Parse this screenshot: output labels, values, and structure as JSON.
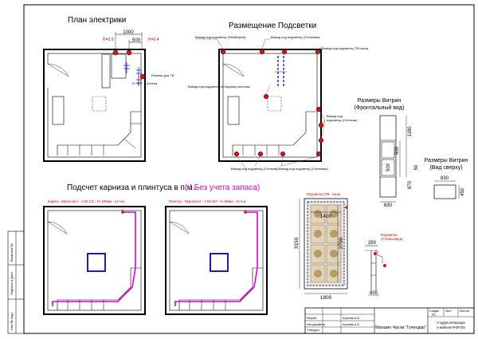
{
  "sections": {
    "electrics_title": "План электрики",
    "lighting_title": "Размещение Подсветки",
    "cornice_title": "Подсчет карниза и плинтуса в п.м.",
    "cornice_note": "( ! Без учета запаса)",
    "showcase_front_title_1": "Размеры Витрин",
    "showcase_front_title_2": "(Фронтальный вид)",
    "showcase_top_title_1": "Размеры Витрин",
    "showcase_top_title_2": "(Вид сверху)"
  },
  "electrics": {
    "dim_1000": "1000",
    "dim_500": "500",
    "h09": "H=0.9",
    "h04": "H=0.4",
    "h15": "H=1.5",
    "socket_tv": "Розетки для ТВ",
    "antenna": "Антена"
  },
  "lighting_labels": {
    "l1": "Вывод под подсветку (Люйбофон)",
    "l2": "Вывод под подсветку (Стеллажи)",
    "l3": "Вывод под подсветку (ТВ-зона)",
    "l4": "Вывод под подсветку по Карнизу колонны",
    "l5_1": "Вывод под",
    "l5_2": "подсветку (Стеллаж)",
    "l6": "Вывод под подсветку (Стеллаж)",
    "l7": "Вывод под подсветку (Стеллажи)"
  },
  "cornice": {
    "label1": "Карниз - Европласт - 1.50.121 - H=100мм - 14 п.м.",
    "label2": "Плинтус - Европласт - 1.53.107 - H=60мм - 14 п.м."
  },
  "showcase": {
    "d1180": "1180",
    "d500a": "500",
    "d500b": "500",
    "d50": "50",
    "d870": "870",
    "d630": "630",
    "d830": "830",
    "d450": "450"
  },
  "ceiling": {
    "label": "Подсветка (ТВ - зона)",
    "d1400": "1400",
    "d2700": "2700",
    "d3150": "3150",
    "d1800": "1800",
    "d350": "350",
    "shelf_label1": "Подсветка",
    "shelf_label2": "(Столешница)",
    "d600": "600"
  },
  "title_block": {
    "project": "Магазин Часов \"Гулендар\"",
    "studio_1": "Студия интерьера",
    "studio_2": "и мебели PAFFOS",
    "row1": "Разраб.",
    "row2": "Нач.дизайнер",
    "row3": "Утвердил",
    "name1": "Ахунова А.А.",
    "name2": "Ахунова А.А.",
    "col_stage": "Стадия",
    "col_sheet": "Лист",
    "col_sheets": "Листов",
    "stage": "РП"
  },
  "side_strip": {
    "c1": "Инв.№ подл.",
    "c2": "Подпись и дата",
    "c3": "Взам.инв.№"
  }
}
